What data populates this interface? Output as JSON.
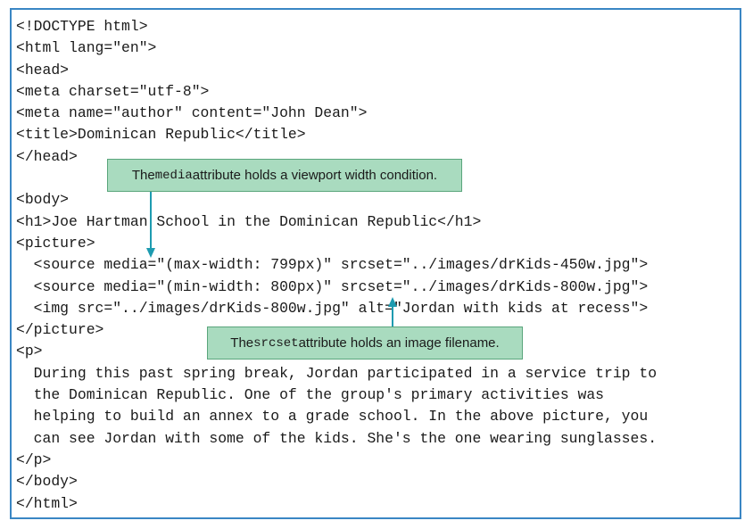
{
  "code_lines": [
    "<!DOCTYPE html>",
    "<html lang=\"en\">",
    "<head>",
    "<meta charset=\"utf-8\">",
    "<meta name=\"author\" content=\"John Dean\">",
    "<title>Dominican Republic</title>",
    "</head>",
    "",
    "<body>",
    "<h1>Joe Hartman School in the Dominican Republic</h1>",
    "<picture>",
    "  <source media=\"(max-width: 799px)\" srcset=\"../images/drKids-450w.jpg\">",
    "  <source media=\"(min-width: 800px)\" srcset=\"../images/drKids-800w.jpg\">",
    "  <img src=\"../images/drKids-800w.jpg\" alt=\"Jordan with kids at recess\">",
    "</picture>",
    "<p>",
    "  During this past spring break, Jordan participated in a service trip to",
    "  the Dominican Republic. One of the group's primary activities was",
    "  helping to build an annex to a grade school. In the above picture, you",
    "  can see Jordan with some of the kids. She's the one wearing sunglasses.",
    "</p>",
    "</body>",
    "</html>"
  ],
  "callouts": {
    "media": {
      "before": "The ",
      "code": "media",
      "after": " attribute holds a viewport width condition."
    },
    "srcset": {
      "before": "The ",
      "code": "srcset",
      "after": " attribute holds an image filename."
    }
  },
  "colors": {
    "frame_border": "#3a86c4",
    "callout_fill": "#a9dbbf",
    "callout_border": "#5aa57c",
    "arrow": "#1e9bb0"
  }
}
